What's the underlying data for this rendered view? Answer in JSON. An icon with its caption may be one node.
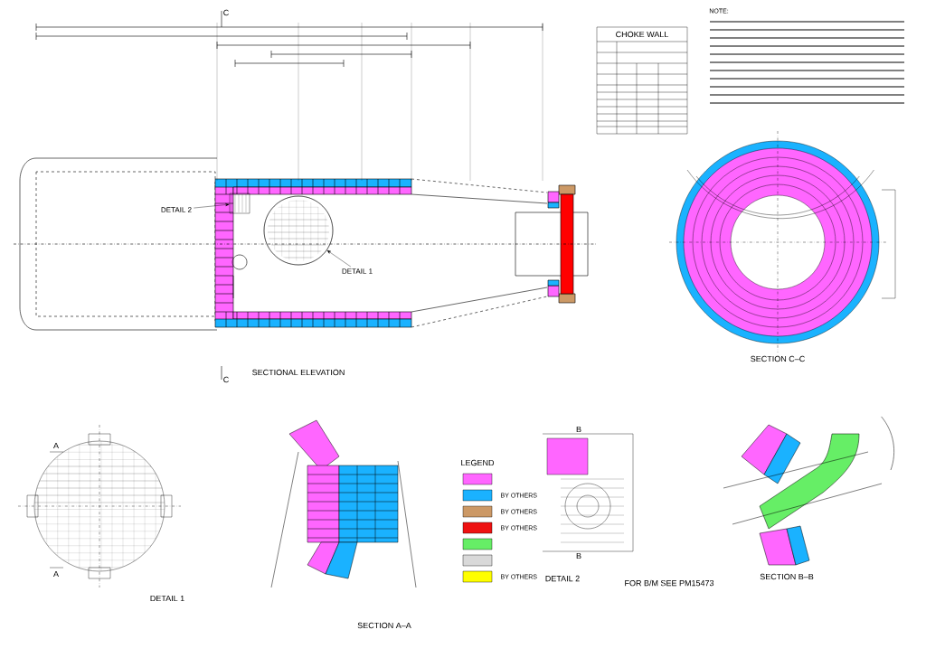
{
  "diagram": {
    "nodes": [
      {
        "text": [
          "DETAIL 2"
        ]
      },
      {
        "text": [],
        "shape": "box"
      },
      {
        "text": [
          "DETAIL 1"
        ]
      },
      {
        "text": [],
        "shape": "circle"
      }
    ],
    "edges": [
      {
        "from": 0,
        "to": 1,
        "arrow": "to"
      },
      {
        "from": 2,
        "to": 3,
        "arrow": "to"
      }
    ],
    "labels": [
      "C",
      "CHOKE WALL",
      "NOTE:",
      "SECTIONAL ELEVATION",
      "C",
      "SECTION C–C",
      "A",
      "B",
      "LEGEND",
      "A",
      "B",
      "DETAIL 1",
      "SECTION A–A",
      "DETAIL 2",
      "FOR B/M SEE PM15473",
      "SECTION B–B"
    ],
    "legend": [
      {
        "text": "BY OTHERS",
        "color": "#1ab2ff"
      },
      {
        "text": "BY OTHERS",
        "color": "#cc9966"
      },
      {
        "text": "BY OTHERS",
        "color": "#ee1111"
      },
      {
        "text": "BY OTHERS",
        "color": "#ffff00"
      }
    ]
  }
}
